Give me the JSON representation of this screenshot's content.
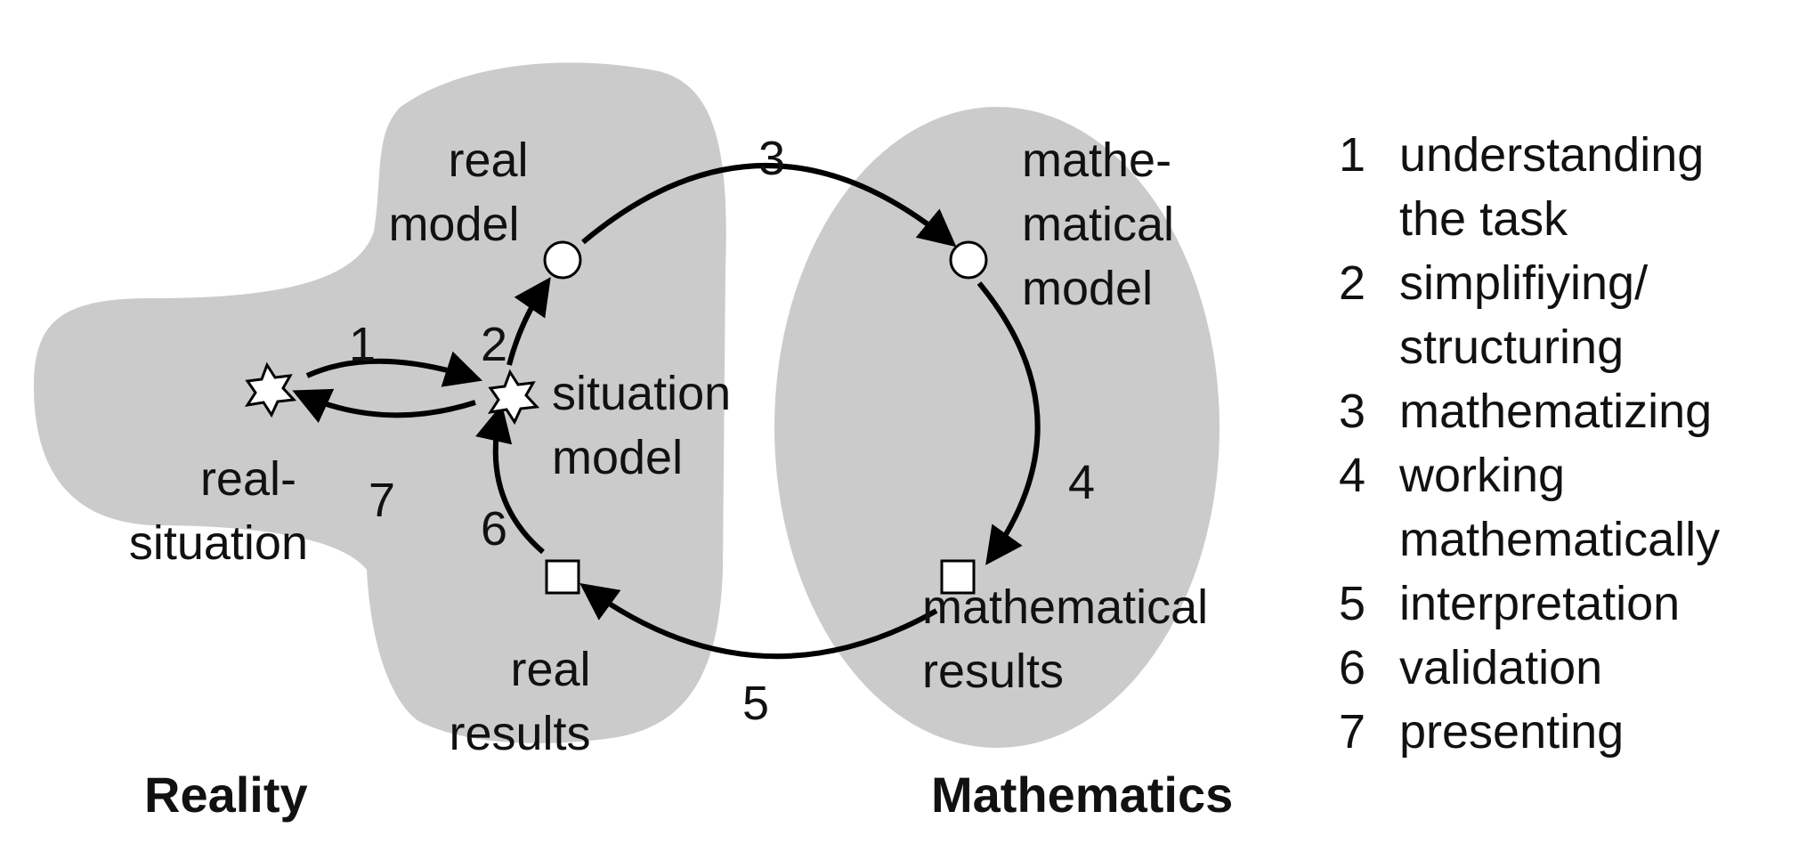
{
  "colors": {
    "region_fill": "#cbcbcb",
    "stroke": "#000000",
    "node_fill": "#ffffff",
    "text": "#111111"
  },
  "regions": {
    "reality": "Reality",
    "mathematics": "Mathematics"
  },
  "nodes": {
    "real_situation": [
      "real-",
      "situation"
    ],
    "situation_model": [
      "situation",
      "model"
    ],
    "real_model": [
      "real",
      "model"
    ],
    "mathematical_model": [
      "mathe-",
      "matical",
      "model"
    ],
    "mathematical_results": [
      "mathematical",
      "results"
    ],
    "real_results": [
      "real",
      "results"
    ]
  },
  "steps": {
    "s1": "1",
    "s2": "2",
    "s3": "3",
    "s4": "4",
    "s5": "5",
    "s6": "6",
    "s7": "7"
  },
  "legend": [
    {
      "num": "1",
      "lines": [
        "understanding",
        "the task"
      ]
    },
    {
      "num": "2",
      "lines": [
        "simplifiying/",
        "structuring"
      ]
    },
    {
      "num": "3",
      "lines": [
        "mathematizing"
      ]
    },
    {
      "num": "4",
      "lines": [
        "working",
        "mathematically"
      ]
    },
    {
      "num": "5",
      "lines": [
        "interpretation"
      ]
    },
    {
      "num": "6",
      "lines": [
        "validation"
      ]
    },
    {
      "num": "7",
      "lines": [
        "presenting"
      ]
    }
  ]
}
